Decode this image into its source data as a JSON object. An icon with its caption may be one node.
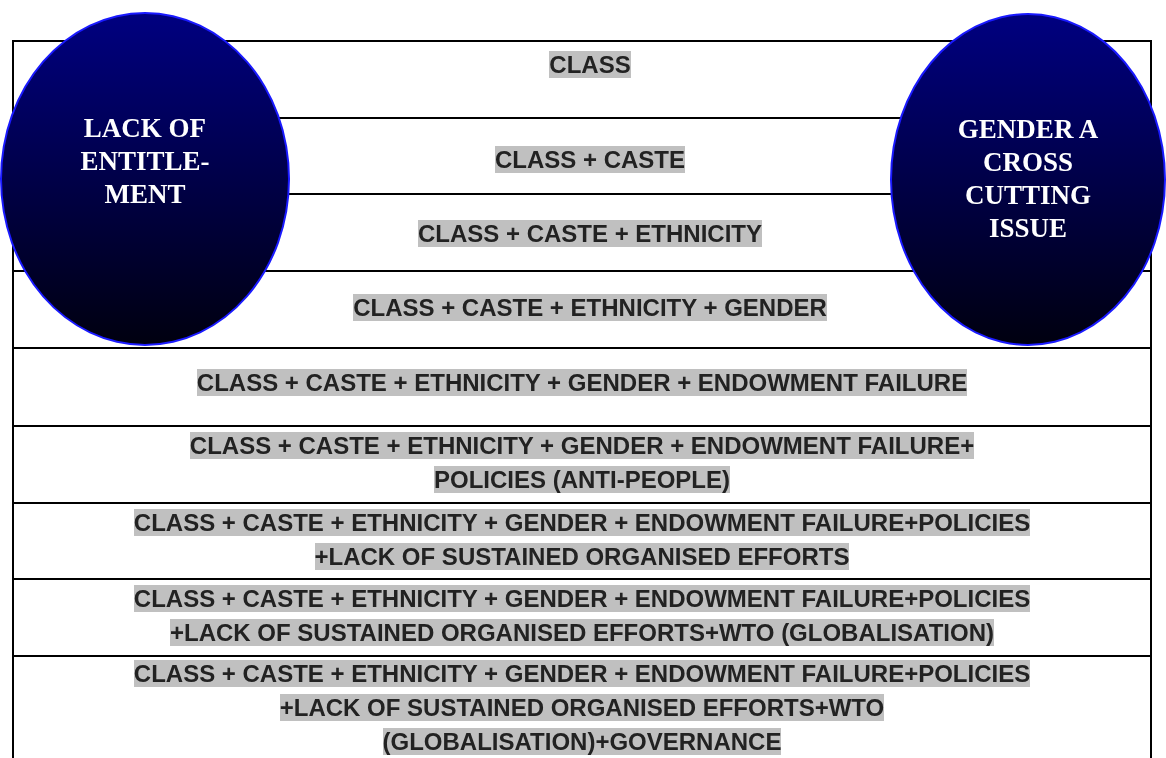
{
  "diagram": {
    "nodes": [
      {
        "text": [
          "CLASS"
        ]
      },
      {
        "text": [
          "CLASS + CASTE"
        ]
      },
      {
        "text": [
          "CLASS + CASTE + ETHNICITY"
        ]
      },
      {
        "text": [
          "CLASS + CASTE + ETHNICITY + GENDER"
        ]
      },
      {
        "text": [
          "CLASS + CASTE + ETHNICITY + GENDER + ENDOWMENT FAILURE"
        ]
      },
      {
        "text": [
          "CLASS + CASTE + ETHNICITY + GENDER + ENDOWMENT FAILURE+ POLICIES (ANTI-PEOPLE)"
        ]
      },
      {
        "text": [
          "CLASS + CASTE + ETHNICITY + GENDER + ENDOWMENT FAILURE+POLICIES +LACK OF SUSTAINED ORGANISED EFFORTS"
        ]
      },
      {
        "text": [
          "CLASS + CASTE + ETHNICITY + GENDER + ENDOWMENT FAILURE+POLICIES +LACK OF SUSTAINED ORGANISED EFFORTS+WTO (GLOBALISATION)"
        ]
      },
      {
        "text": [
          "CLASS + CASTE + ETHNICITY + GENDER + ENDOWMENT FAILURE+POLICIES +LACK OF SUSTAINED ORGANISED EFFORTS+WTO (GLOBALISATION)+GOVERNANCE"
        ]
      },
      {
        "text": [
          "LACK OF ENTITLE- MENT"
        ]
      },
      {
        "text": [
          "GENDER A CROSS CUTTING ISSUE"
        ]
      }
    ]
  }
}
